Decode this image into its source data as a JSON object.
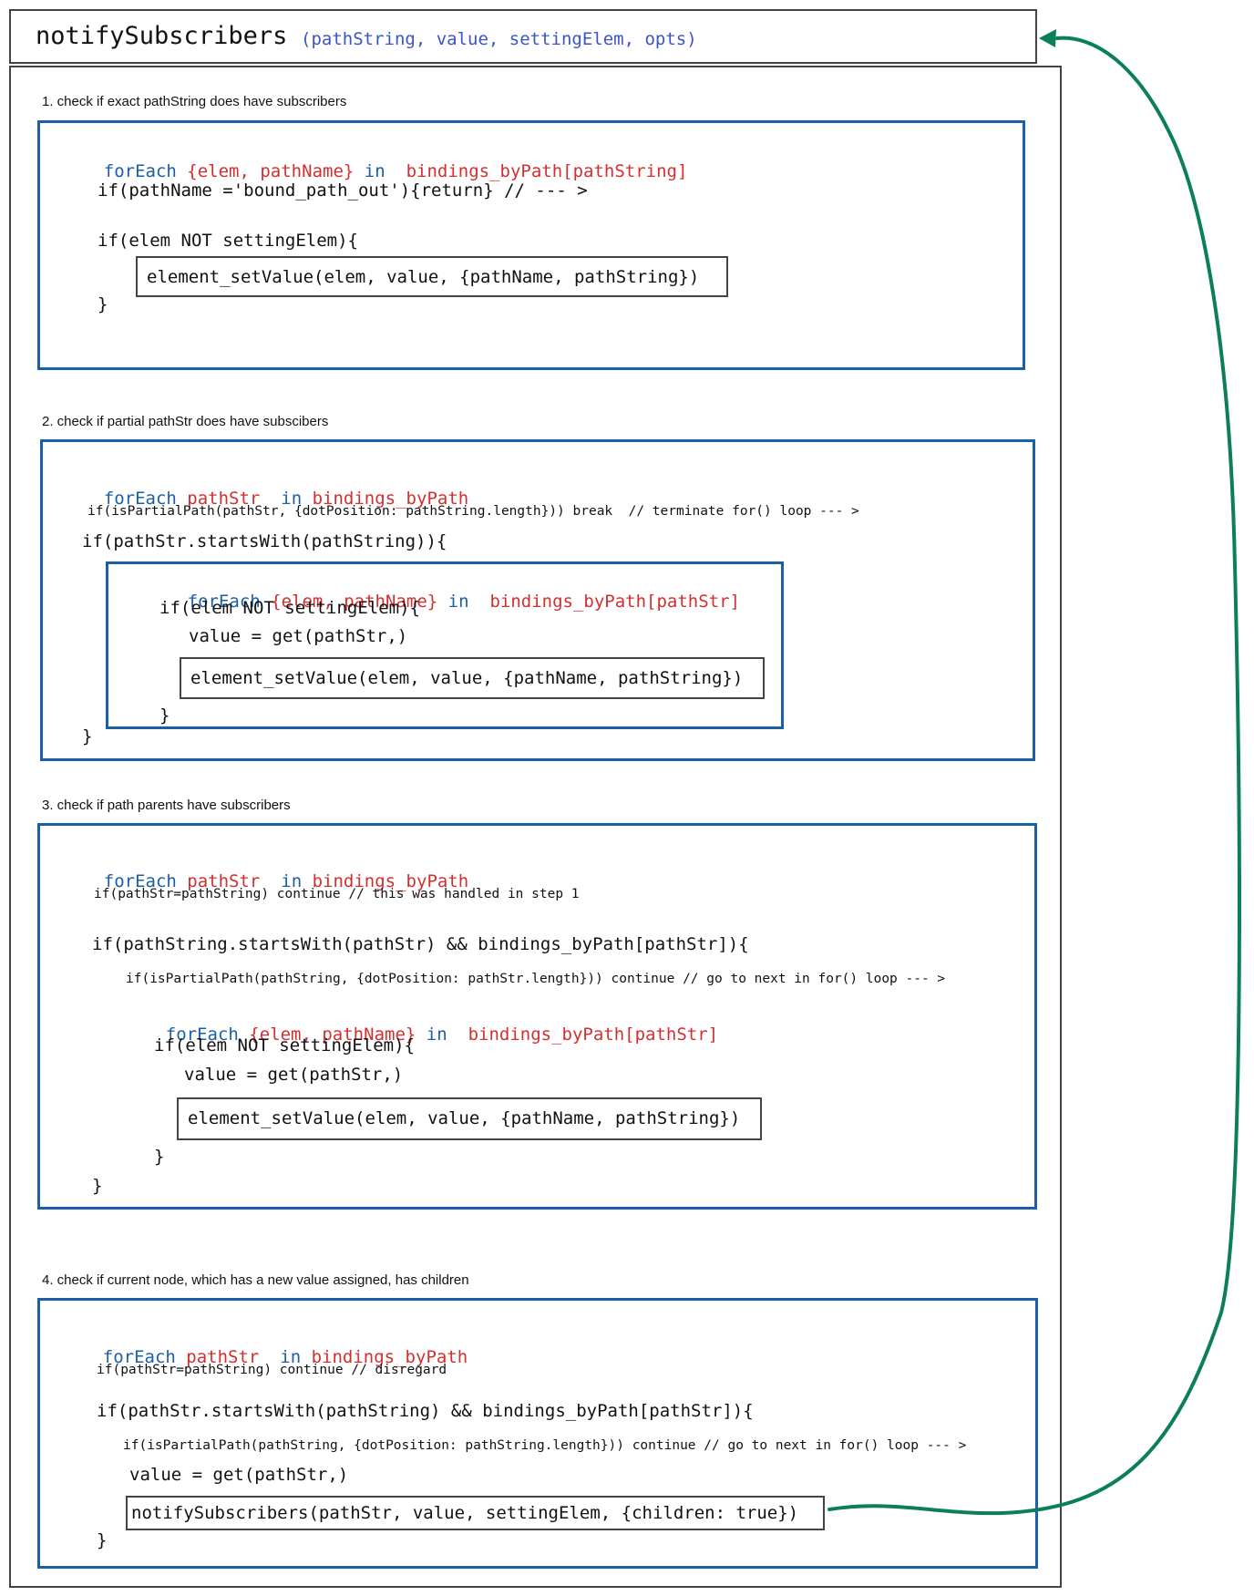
{
  "title": {
    "name": "notifySubscribers",
    "params": "(pathString, value, settingElem, opts)"
  },
  "colors": {
    "keyword_blue": "#1b5fa6",
    "identifier_red": "#d32f2f",
    "param_blue": "#3a55c8",
    "arrow_green": "#0b7f5a",
    "border_gray": "#444444"
  },
  "sections": [
    {
      "label": "1. check if exact pathString does have subscribers",
      "loop": {
        "kw": "forEach",
        "vars": "{elem, pathName}",
        "in": "in",
        "target": "bindings_byPath[pathString]"
      },
      "lines": [
        "if(pathName ='bound_path_out'){return} // --- >",
        "if(elem NOT settingElem){",
        "element_setValue(elem, value, {pathName, pathString})",
        "}"
      ]
    },
    {
      "label": "2. check if partial pathStr does have subscibers",
      "loop": {
        "kw": "forEach",
        "vars": "pathStr",
        "in": "in",
        "target": "bindings_byPath"
      },
      "lines": [
        "if(isPartialPath(pathStr, {dotPosition: pathString.length})) break  // terminate for() loop --- >",
        "if(pathStr.startsWith(pathString)){",
        "}"
      ],
      "inner": {
        "loop": {
          "kw": "forEach",
          "vars": "{elem, pathName}",
          "in": "in",
          "target": "bindings_byPath[pathStr]"
        },
        "lines": [
          "if(elem NOT settingElem){",
          "value = get(pathStr,)",
          "element_setValue(elem, value, {pathName, pathString})",
          "}"
        ]
      }
    },
    {
      "label": "3. check if path parents have subscribers",
      "loop": {
        "kw": "forEach",
        "vars": "pathStr",
        "in": "in",
        "target": "bindings_byPath"
      },
      "lines": [
        "if(pathStr=pathString) continue // this was handled in step 1",
        "if(pathString.startsWith(pathStr) && bindings_byPath[pathStr]){",
        "if(isPartialPath(pathString, {dotPosition: pathStr.length})) continue // go to next in for() loop --- >",
        "}"
      ],
      "inner": {
        "loop": {
          "kw": "forEach",
          "vars": "{elem, pathName}",
          "in": "in",
          "target": "bindings_byPath[pathStr]"
        },
        "lines": [
          "if(elem NOT settingElem){",
          "value = get(pathStr,)",
          "element_setValue(elem, value, {pathName, pathString})",
          "}"
        ]
      }
    },
    {
      "label": "4. check if current node, which has a new value assigned, has children",
      "loop": {
        "kw": "forEach",
        "vars": "pathStr",
        "in": "in",
        "target": "bindings_byPath"
      },
      "lines": [
        "if(pathStr=pathString) continue // disregard",
        "if(pathStr.startsWith(pathString) && bindings_byPath[pathStr]){",
        "if(isPartialPath(pathString, {dotPosition: pathString.length})) continue // go to next in for() loop --- >",
        "value = get(pathStr,)",
        "notifySubscribers(pathStr, value, settingElem, {children: true})",
        "}"
      ]
    }
  ]
}
